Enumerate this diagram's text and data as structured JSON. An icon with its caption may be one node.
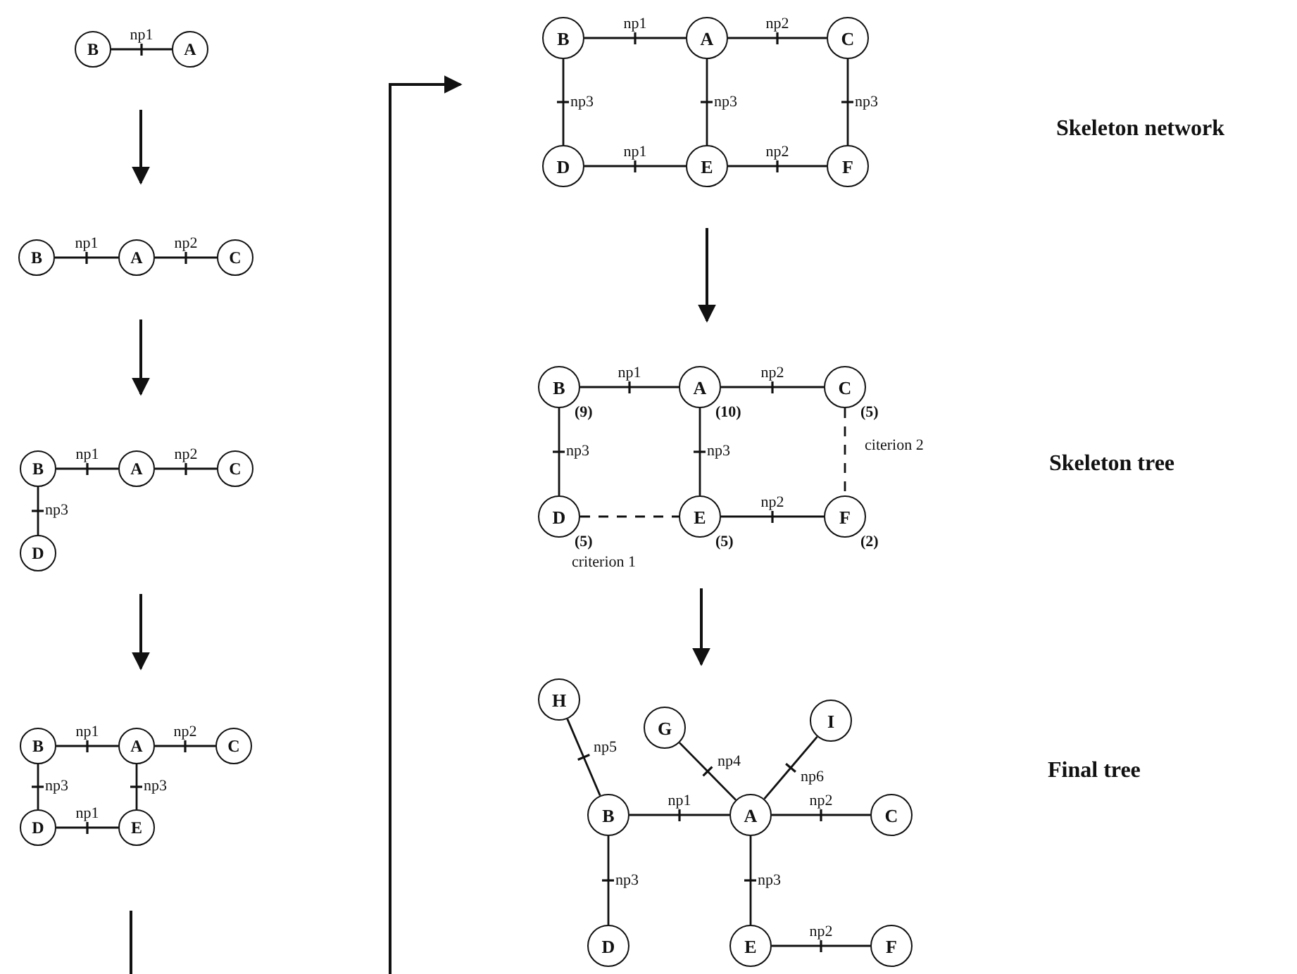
{
  "diagram": {
    "nodes": [
      {
        "text": [
          "B"
        ]
      },
      {
        "text": [
          "A"
        ]
      },
      {
        "text": [
          "B"
        ]
      },
      {
        "text": [
          "A"
        ]
      },
      {
        "text": [
          "C"
        ]
      },
      {
        "text": [
          "B"
        ]
      },
      {
        "text": [
          "A"
        ]
      },
      {
        "text": [
          "C"
        ]
      },
      {
        "text": [
          "D"
        ]
      },
      {
        "text": [
          "B"
        ]
      },
      {
        "text": [
          "A"
        ]
      },
      {
        "text": [
          "C"
        ]
      },
      {
        "text": [
          "D"
        ]
      },
      {
        "text": [
          "E"
        ]
      },
      {
        "text": [
          "B"
        ]
      },
      {
        "text": [
          "A"
        ]
      },
      {
        "text": [
          "C"
        ]
      },
      {
        "text": [
          "D"
        ]
      },
      {
        "text": [
          "E"
        ]
      },
      {
        "text": [
          "F"
        ]
      },
      {
        "text": [
          "B"
        ],
        "beside": [
          "(9)"
        ]
      },
      {
        "text": [
          "A"
        ],
        "beside": [
          "(10)"
        ]
      },
      {
        "text": [
          "C"
        ],
        "beside": [
          "(5)"
        ]
      },
      {
        "text": [
          "D"
        ],
        "beside": [
          "(5)"
        ]
      },
      {
        "text": [
          "E"
        ],
        "beside": [
          "(5)"
        ]
      },
      {
        "text": [
          "F"
        ],
        "beside": [
          "(2)"
        ]
      },
      {
        "text": [
          "H"
        ]
      },
      {
        "text": [
          "G"
        ]
      },
      {
        "text": [
          "I"
        ]
      },
      {
        "text": [
          "B"
        ]
      },
      {
        "text": [
          "A"
        ]
      },
      {
        "text": [
          "C"
        ]
      },
      {
        "text": [
          "D"
        ]
      },
      {
        "text": [
          "E"
        ]
      },
      {
        "text": [
          "F"
        ]
      }
    ],
    "edges": [
      {
        "from": 0,
        "to": 1,
        "arrow": "none",
        "label": "np1"
      },
      {
        "from": 2,
        "to": 3,
        "arrow": "none",
        "label": "np1"
      },
      {
        "from": 3,
        "to": 4,
        "arrow": "none",
        "label": "np2"
      },
      {
        "from": 5,
        "to": 6,
        "arrow": "none",
        "label": "np1"
      },
      {
        "from": 6,
        "to": 7,
        "arrow": "none",
        "label": "np2"
      },
      {
        "from": 5,
        "to": 8,
        "arrow": "none",
        "label": "np3"
      },
      {
        "from": 9,
        "to": 10,
        "arrow": "none",
        "label": "np1"
      },
      {
        "from": 10,
        "to": 11,
        "arrow": "none",
        "label": "np2"
      },
      {
        "from": 9,
        "to": 12,
        "arrow": "none",
        "label": "np3"
      },
      {
        "from": 10,
        "to": 13,
        "arrow": "none",
        "label": "np3"
      },
      {
        "from": 12,
        "to": 13,
        "arrow": "none",
        "label": "np1"
      },
      {
        "from": 14,
        "to": 15,
        "arrow": "none",
        "label": "np1"
      },
      {
        "from": 15,
        "to": 16,
        "arrow": "none",
        "label": "np2"
      },
      {
        "from": 14,
        "to": 17,
        "arrow": "none",
        "label": "np3"
      },
      {
        "from": 15,
        "to": 18,
        "arrow": "none",
        "label": "np3"
      },
      {
        "from": 16,
        "to": 19,
        "arrow": "none",
        "label": "np3"
      },
      {
        "from": 17,
        "to": 18,
        "arrow": "none",
        "label": "np1"
      },
      {
        "from": 18,
        "to": 19,
        "arrow": "none",
        "label": "np2"
      },
      {
        "from": 20,
        "to": 21,
        "arrow": "none",
        "label": "np1"
      },
      {
        "from": 21,
        "to": 22,
        "arrow": "none",
        "label": "np2"
      },
      {
        "from": 20,
        "to": 23,
        "arrow": "none",
        "label": "np3"
      },
      {
        "from": 21,
        "to": 24,
        "arrow": "none",
        "label": "np3"
      },
      {
        "from": 22,
        "to": 25,
        "arrow": "none",
        "label": "citerion 2",
        "style": "dashed"
      },
      {
        "from": 23,
        "to": 24,
        "arrow": "none",
        "label": "criterion 1",
        "style": "dashed"
      },
      {
        "from": 24,
        "to": 25,
        "arrow": "none",
        "label": "np2"
      },
      {
        "from": 26,
        "to": 29,
        "arrow": "none",
        "label": "np5"
      },
      {
        "from": 27,
        "to": 30,
        "arrow": "none",
        "label": "np4"
      },
      {
        "from": 28,
        "to": 30,
        "arrow": "none",
        "label": "np6"
      },
      {
        "from": 29,
        "to": 30,
        "arrow": "none",
        "label": "np1"
      },
      {
        "from": 30,
        "to": 31,
        "arrow": "none",
        "label": "np2"
      },
      {
        "from": 29,
        "to": 32,
        "arrow": "none",
        "label": "np3"
      },
      {
        "from": 30,
        "to": 33,
        "arrow": "none",
        "label": "np3"
      },
      {
        "from": 33,
        "to": 34,
        "arrow": "none",
        "label": "np2"
      }
    ],
    "labels": [
      "Skeleton network",
      "Skeleton tree",
      "Final tree"
    ]
  }
}
